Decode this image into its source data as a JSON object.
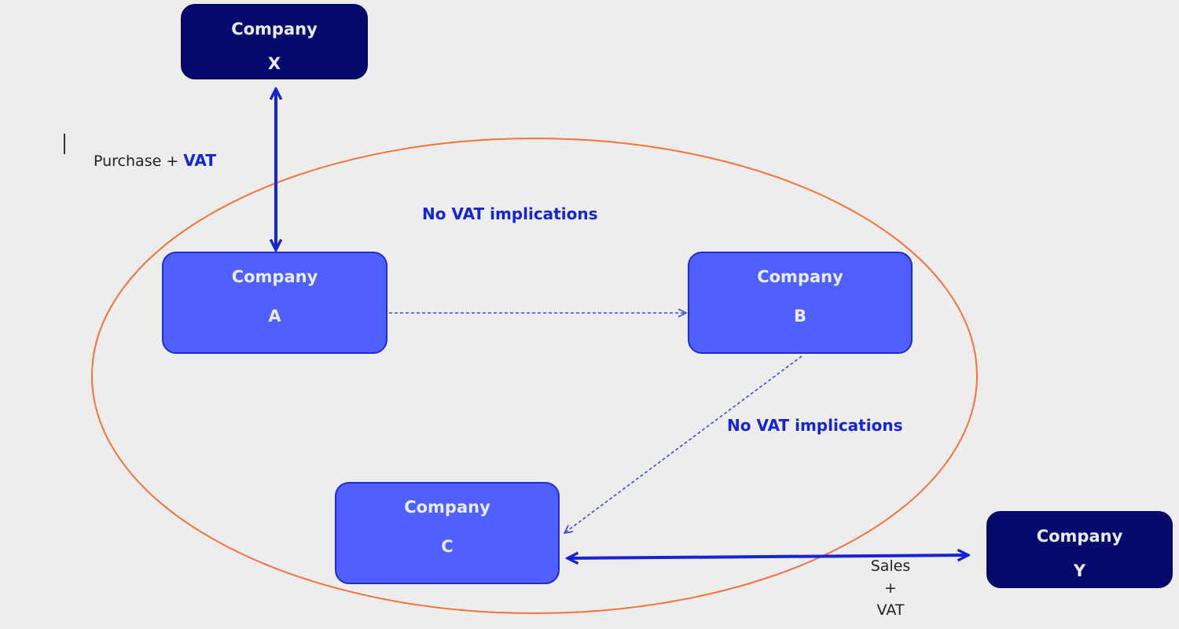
{
  "companies": {
    "x": {
      "line1": "Company",
      "line2": "X"
    },
    "a": {
      "line1": "Company",
      "line2": "A"
    },
    "b": {
      "line1": "Company",
      "line2": "B"
    },
    "c": {
      "line1": "Company",
      "line2": "C"
    },
    "y": {
      "line1": "Company",
      "line2": "Y"
    }
  },
  "labels": {
    "purchase_prefix": "Purchase + ",
    "purchase_vat": "VAT",
    "no_vat_top": "No VAT implications",
    "no_vat_right": "No VAT implications",
    "sales_line1": "Sales",
    "sales_line2": "+",
    "sales_line3": "VAT"
  },
  "colors": {
    "background": "#ededed",
    "ellipse": "#f5733a",
    "arrow": "#1524d6",
    "dark_box": "#060a6e",
    "light_box": "#5060ff"
  }
}
